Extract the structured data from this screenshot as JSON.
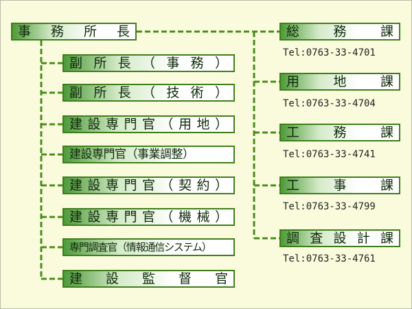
{
  "head_office": {
    "label": "事務所長"
  },
  "staff": [
    {
      "label": "副所長（事務）",
      "style": "spread"
    },
    {
      "label": "副所長（技術）",
      "style": "spread"
    },
    {
      "label": "建設専門官（用地）",
      "style": "spread"
    },
    {
      "label": "建設専門官（事業調整）",
      "style": "tight"
    },
    {
      "label": "建設専門官（契約）",
      "style": "spread"
    },
    {
      "label": "建設専門官（機械）",
      "style": "spread"
    },
    {
      "label": "専門調査官（情報通信システム）",
      "style": "tight2"
    },
    {
      "label": "建設監督官",
      "style": "spread"
    }
  ],
  "sections": [
    {
      "label": "総務課",
      "phone": "Tel:0763-33-4701"
    },
    {
      "label": "用地課",
      "phone": "Tel:0763-33-4704"
    },
    {
      "label": "工務課",
      "phone": "Tel:0763-33-4741"
    },
    {
      "label": "工事課",
      "phone": "Tel:0763-33-4799"
    },
    {
      "label": "調査設計課",
      "phone": "Tel:0763-33-4761"
    }
  ],
  "colors": {
    "line": "#4a8c1c",
    "border": "#3f7d1c",
    "background": "#f9fbdc"
  }
}
